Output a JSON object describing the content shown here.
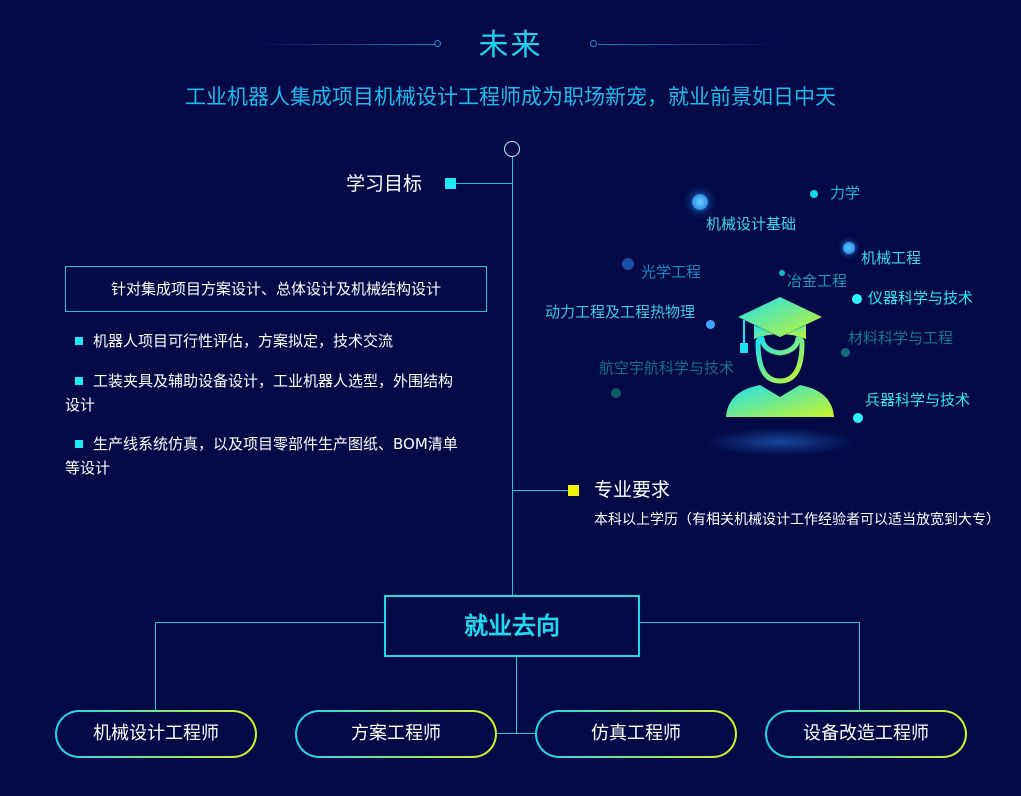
{
  "header": {
    "title": "未来",
    "subtitle": "工业机器人集成项目机械设计工程师成为职场新宠，就业前景如日中天"
  },
  "learning": {
    "heading": "学习目标",
    "box_text": "针对集成项目方案设计、总体设计及机械结构设计",
    "bullets": [
      "机器人项目可行性评估，方案拟定，技术交流",
      "工装夹具及辅助设备设计，工业机器人选型，外围结构设计",
      "生产线系统仿真，以及项目零部件生产图纸、BOM清单等设计"
    ]
  },
  "requirements": {
    "heading": "专业要求",
    "text": "本科以上学历（有相关机械设计工作经验者可以适当放宽到大专）"
  },
  "career": {
    "heading": "就业去向",
    "jobs": [
      "机械设计工程师",
      "方案工程师",
      "仿真工程师",
      "设备改造工程师"
    ]
  },
  "subject_cloud": {
    "icon": "graduate-icon",
    "words": [
      "力学",
      "机械设计基础",
      "机械工程",
      "光学工程",
      "冶金工程",
      "仪器科学与技术",
      "动力工程及工程热物理",
      "材料科学与工程",
      "航空宇航科学与技术",
      "兵器科学与技术"
    ]
  },
  "colors": {
    "background": "#030a45",
    "accent_cyan": "#1de9f2",
    "accent_yellow": "#f0f20c",
    "title_blue": "#1fb9ee"
  }
}
